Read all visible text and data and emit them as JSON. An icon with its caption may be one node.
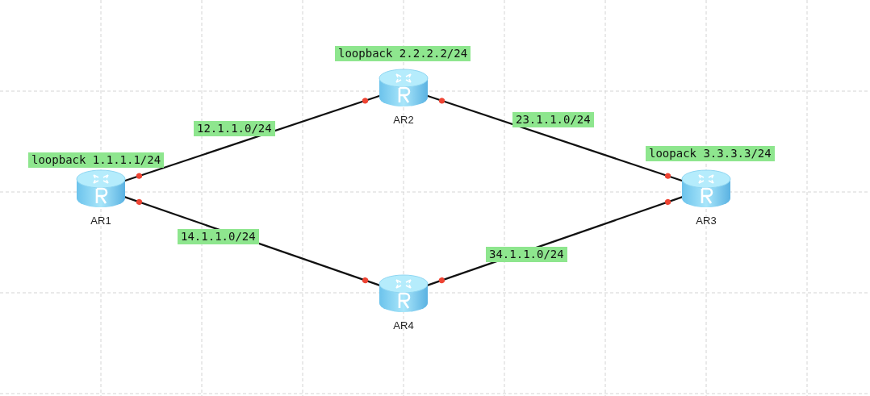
{
  "diagram": {
    "nodes": [
      {
        "text": [
          "AR1"
        ],
        "beside": [
          "loopback 1.1.1.1/24"
        ]
      },
      {
        "text": [
          "AR2"
        ],
        "beside": [
          "loopback 2.2.2.2/24"
        ]
      },
      {
        "text": [
          "AR3"
        ],
        "beside": [
          "loopack 3.3.3.3/24"
        ]
      },
      {
        "text": [
          "AR4"
        ]
      }
    ],
    "edges": [
      {
        "from": 0,
        "to": 1,
        "arrow": "other",
        "label": "12.1.1.0/24"
      },
      {
        "from": 1,
        "to": 2,
        "arrow": "other",
        "label": "23.1.1.0/24"
      },
      {
        "from": 0,
        "to": 3,
        "arrow": "other",
        "label": "14.1.1.0/24"
      },
      {
        "from": 3,
        "to": 2,
        "arrow": "other",
        "label": "34.1.1.0/24"
      }
    ]
  }
}
